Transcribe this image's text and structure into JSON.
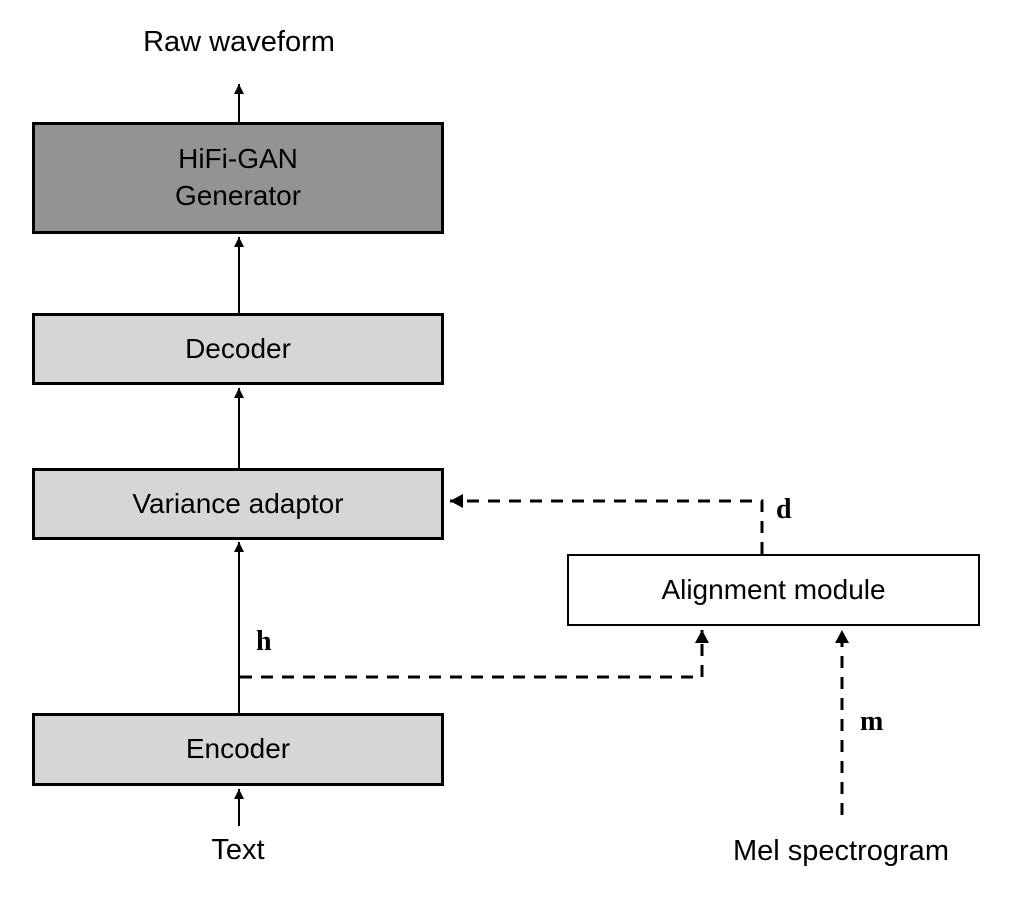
{
  "diagram": {
    "title_hint": "text-to-speech architecture block diagram",
    "boxes": {
      "hifigan": {
        "label_line1": "HiFi-GAN",
        "label_line2": "Generator"
      },
      "decoder": {
        "label": "Decoder"
      },
      "variance_adaptor": {
        "label": "Variance adaptor"
      },
      "encoder": {
        "label": "Encoder"
      },
      "alignment_module": {
        "label": "Alignment module"
      }
    },
    "io_labels": {
      "raw_waveform": "Raw waveform",
      "text_input": "Text",
      "mel_spectrogram": "Mel spectrogram"
    },
    "edge_labels": {
      "hidden": "h",
      "duration": "d",
      "mel": "m"
    },
    "colors": {
      "box_dark": "#939393",
      "box_light": "#d6d6d6",
      "box_white": "#ffffff",
      "stroke": "#000000",
      "background": "#ffffff"
    }
  }
}
